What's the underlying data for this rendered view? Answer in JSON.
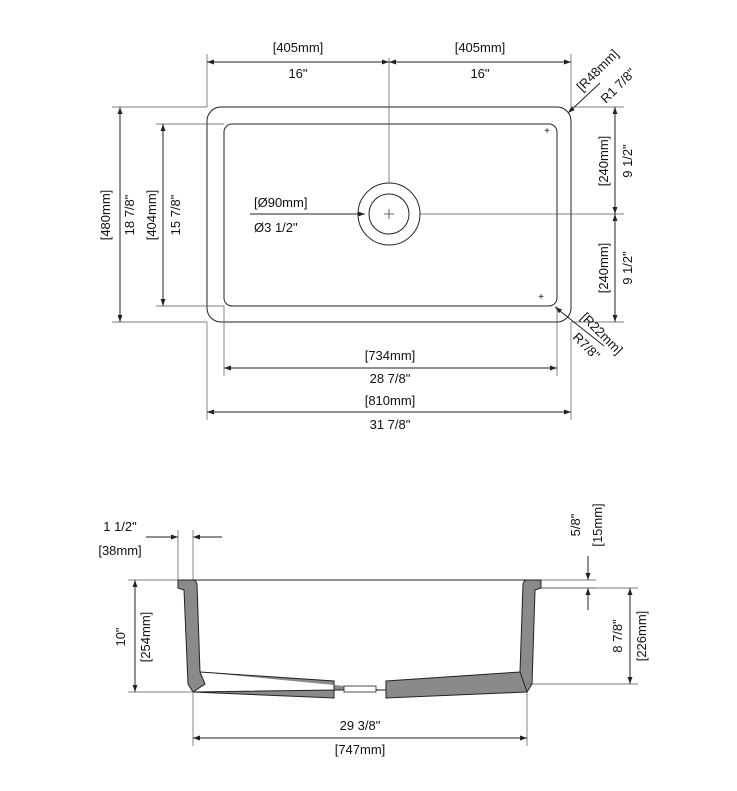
{
  "top_view": {
    "half_width_left_mm": "[405mm]",
    "half_width_left_in": "16\"",
    "half_width_right_mm": "[405mm]",
    "half_width_right_in": "16\"",
    "corner_radius_outer_mm": "[R48mm]",
    "corner_radius_outer_in": "R1 7/8\"",
    "half_depth_top_mm": "[240mm]",
    "half_depth_top_in": "9 1/2\"",
    "half_depth_bottom_mm": "[240mm]",
    "half_depth_bottom_in": "9 1/2\"",
    "corner_radius_inner_mm": "[R22mm]",
    "corner_radius_inner_in": "R7/8\"",
    "overall_depth_mm": "[480mm]",
    "overall_depth_in": "18 7/8\"",
    "inner_depth_mm": "[404mm]",
    "inner_depth_in": "15 7/8\"",
    "drain_diameter_mm": "[Ø90mm]",
    "drain_diameter_in": "Ø3 1/2\"",
    "inner_width_mm": "[734mm]",
    "inner_width_in": "28 7/8\"",
    "overall_width_mm": "[810mm]",
    "overall_width_in": "31 7/8\""
  },
  "side_view": {
    "rim_width_in": "1 1/2\"",
    "rim_width_mm": "[38mm]",
    "rim_thickness_in": "5/8\"",
    "rim_thickness_mm": "[15mm]",
    "height_in": "10\"",
    "height_mm": "[254mm]",
    "bowl_depth_in": "8 7/8\"",
    "bowl_depth_mm": "[226mm]",
    "bottom_width_in": "29 3/8\"",
    "bottom_width_mm": "[747mm]"
  },
  "colors": {
    "line": "#222222",
    "wall_fill": "#8a8a8a"
  }
}
